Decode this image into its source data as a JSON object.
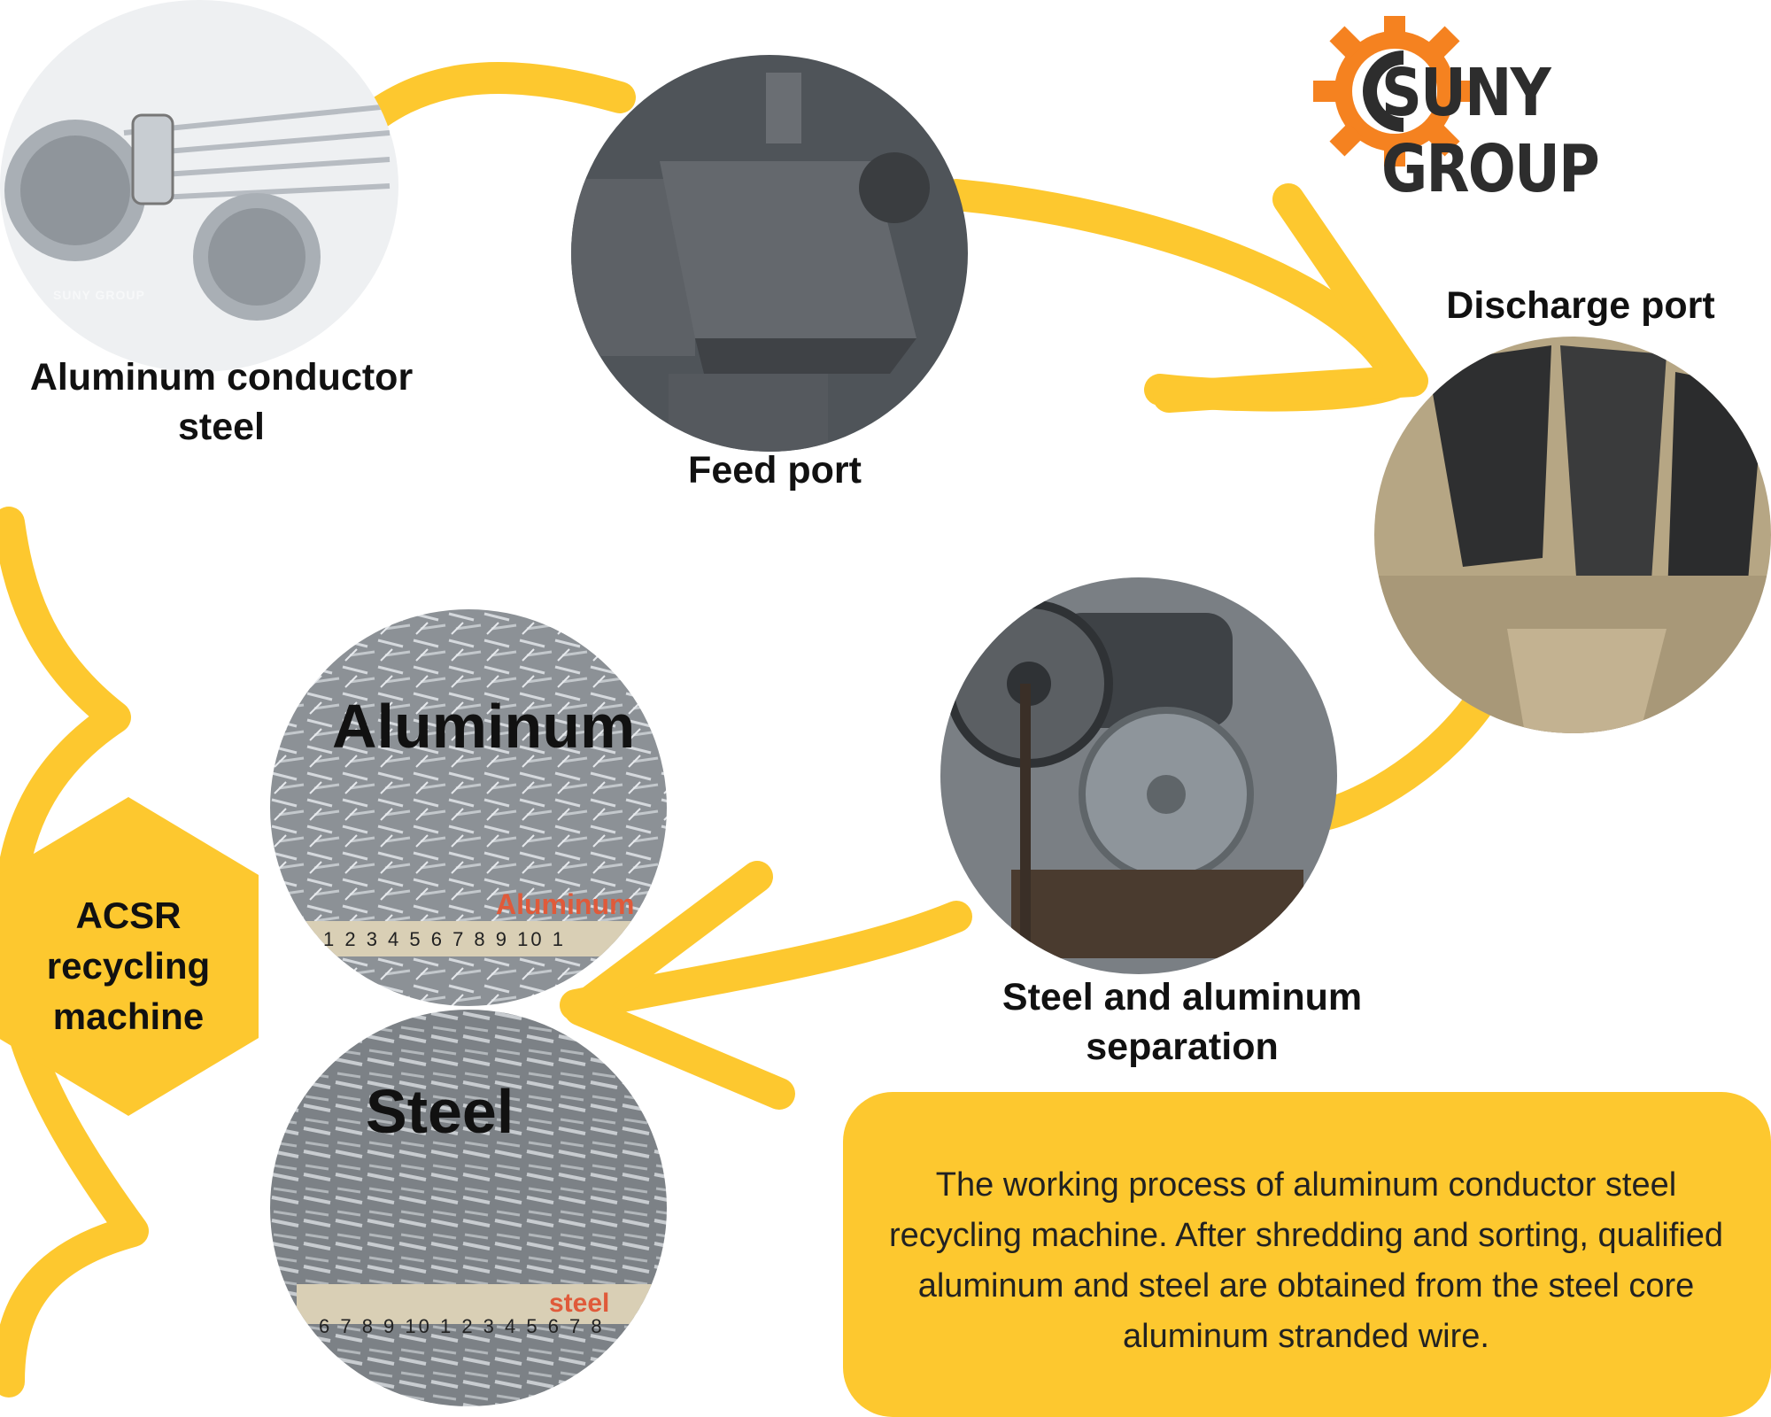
{
  "colors": {
    "accent": "#fdc82f",
    "logo_gear": "#f58220",
    "text": "#111111"
  },
  "brand": {
    "name": "SUNY GROUP",
    "icon": "gear-icon"
  },
  "steps": {
    "conductor": {
      "label": "Aluminum conductor\nsteel"
    },
    "feed": {
      "label": "Feed port"
    },
    "discharge": {
      "label": "Discharge port"
    },
    "separation": {
      "label": "Steel and aluminum\nseparation"
    }
  },
  "outputs": {
    "aluminum": {
      "title": "Aluminum",
      "tag": "Aluminum",
      "ruler": "1 2 3 4 5 6 7 8 9 10 1"
    },
    "steel": {
      "title": "Steel",
      "tag": "steel",
      "ruler": "6 7 8 9 10 1 2 3 4 5 6 7 8"
    }
  },
  "machine": {
    "label": "ACSR\nrecycling\nmachine"
  },
  "description": "The working process of aluminum conductor steel recycling machine. After shredding and sorting, qualified aluminum and steel are obtained from the steel core aluminum stranded wire.",
  "watermark": "SUNY GROUP"
}
